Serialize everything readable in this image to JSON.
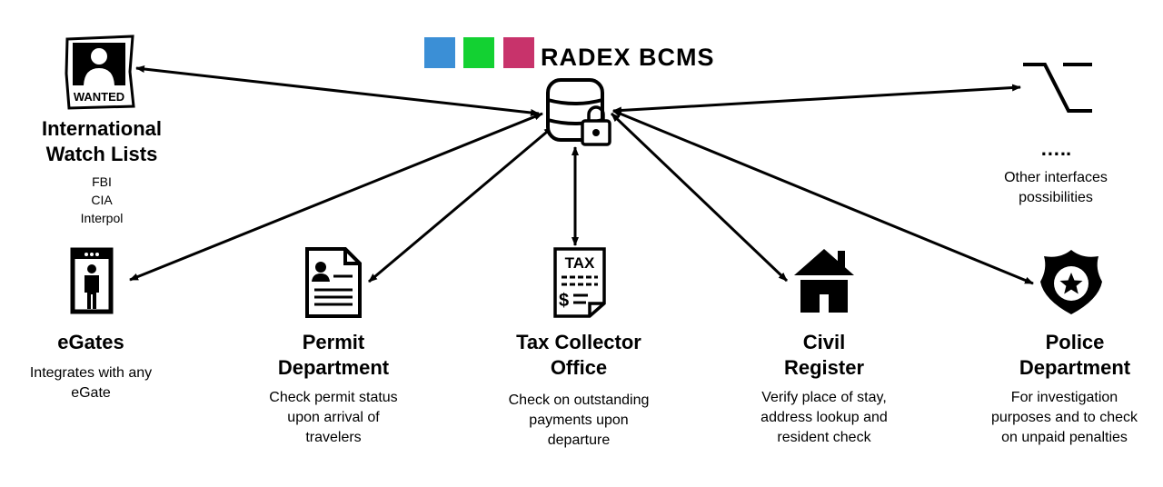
{
  "brand": {
    "name": "RADEX BCMS",
    "colors": [
      "#3b8fd6",
      "#13d132",
      "#c8336b"
    ]
  },
  "nodes": {
    "watchlists": {
      "icon": "wanted-poster-icon",
      "badge": "WANTED",
      "title": "International\nWatch Lists",
      "items": "FBI\nCIA\nInterpol"
    },
    "egates": {
      "icon": "egate-scanner-icon",
      "title": "eGates",
      "desc": "Integrates with any\neGate"
    },
    "permit": {
      "icon": "permit-document-icon",
      "title": "Permit\nDepartment",
      "desc": "Check permit status\nupon arrival  of\ntravelers"
    },
    "tax": {
      "icon": "tax-document-icon",
      "badge": "TAX",
      "title": "Tax Collector\nOffice",
      "desc": "Check on outstanding\npayments upon\ndeparture"
    },
    "civil": {
      "icon": "house-icon",
      "title": "Civil\nRegister",
      "desc": "Verify place of stay,\naddress lookup and\nresident check"
    },
    "police": {
      "icon": "police-badge-icon",
      "title": "Police\nDepartment",
      "desc": "For investigation\npurposes and to check\non unpaid penalties"
    },
    "other": {
      "icon": "interface-switch-icon",
      "ellipsis": "…..",
      "desc": "Other interfaces\npossibilities"
    }
  },
  "hub": {
    "icon": "secure-database-icon"
  }
}
